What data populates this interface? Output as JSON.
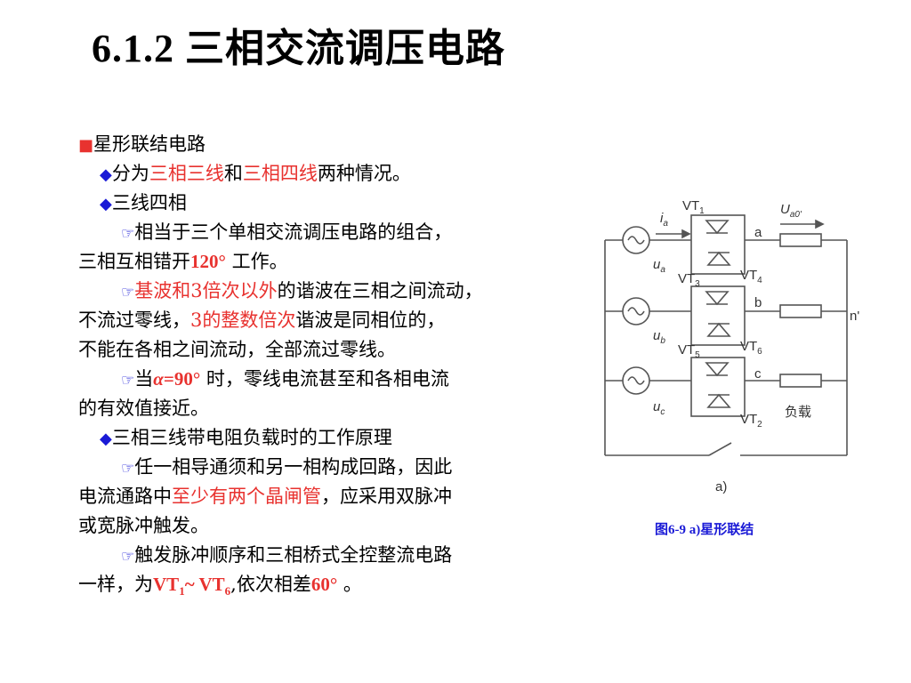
{
  "title": "6.1.2 三相交流调压电路",
  "bullets": {
    "l1": "星形联结电路",
    "l2a_pre": "分为",
    "l2a_red1": "三相三线",
    "l2a_mid": "和",
    "l2a_red2": "三相四线",
    "l2a_post": "两种情况。",
    "l3": "三线四相",
    "l4a": "相当于三个单相交流调压电路的组合，",
    "l4b_pre": "三相互相错开",
    "l4b_red": "120°",
    "l4b_post": " 工作。",
    "l5a_red": "基波和3倍次以外",
    "l5a_post": "的谐波在三相之间流动，",
    "l5b_pre": "不流过零线，",
    "l5b_red": "3的整数倍次",
    "l5b_post": "谐波是同相位的，",
    "l5c": "不能在各相之间流动，全部流过零线。",
    "l6a_pre": "当",
    "l6a_alpha": "α",
    "l6a_red": "=90°",
    "l6a_post": " 时，零线电流甚至和各相电流",
    "l6b": "的有效值接近。",
    "l7": "三相三线带电阻负载时的工作原理",
    "l8a": "任一相导通须和另一相构成回路，因此",
    "l8b_pre": "电流通路中",
    "l8b_red": "至少有两个晶闸管",
    "l8b_post": "，应采用双脉冲",
    "l8c": "或宽脉冲触发。",
    "l9a": "触发脉冲顺序和三相桥式全控整流电路",
    "l9b_pre": "一样，为",
    "l9b_red1": "VT",
    "l9b_sub1": "1",
    "l9b_red2": "~ VT",
    "l9b_sub2": "6",
    "l9b_mid": ",依次相差",
    "l9b_red3": "60°",
    "l9b_post": " 。"
  },
  "figure": {
    "caption": "图6-9 a)星形联结",
    "sublabel": "a)",
    "load_label": "负载",
    "labels": {
      "VT1": "VT",
      "VT1s": "1",
      "VT3": "VT",
      "VT3s": "3",
      "VT4": "VT",
      "VT4s": "4",
      "VT5": "VT",
      "VT5s": "5",
      "VT6": "VT",
      "VT6s": "6",
      "VT2": "VT",
      "VT2s": "2",
      "ia": "i",
      "ias": "a",
      "ua": "u",
      "uas": "a",
      "ub": "u",
      "ubs": "b",
      "uc": "u",
      "ucs": "c",
      "Ua0": "U",
      "Ua0s": "a0'",
      "a": "a",
      "b": "b",
      "c": "c",
      "n": "n",
      "n2": "n'"
    }
  },
  "colors": {
    "red": "#e8322f",
    "blue": "#1a1ad6"
  }
}
